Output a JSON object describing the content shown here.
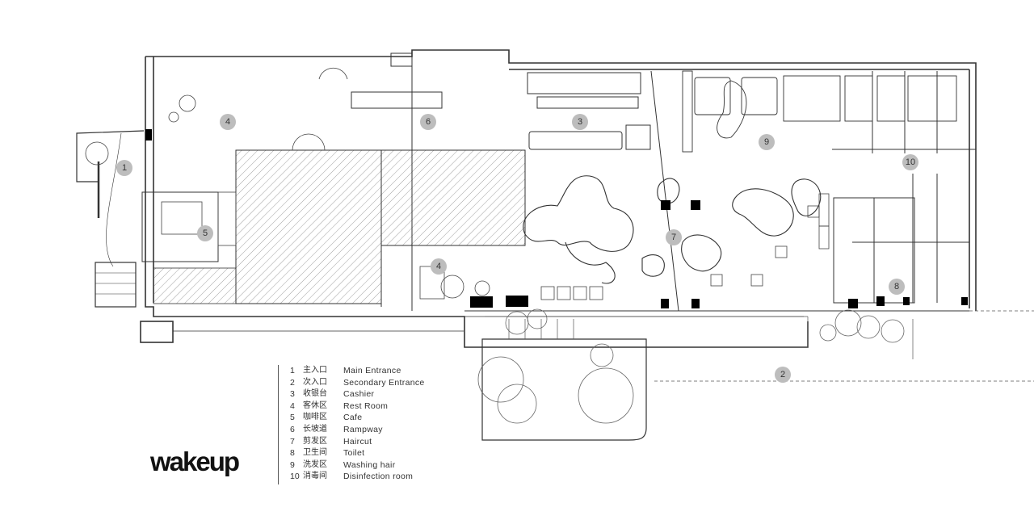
{
  "brand": {
    "logo_text": "wakeup"
  },
  "legend": [
    {
      "num": "1",
      "cn": "主入口",
      "en": "Main Entrance"
    },
    {
      "num": "2",
      "cn": "次入口",
      "en": "Secondary Entrance"
    },
    {
      "num": "3",
      "cn": "收银台",
      "en": "Cashier"
    },
    {
      "num": "4",
      "cn": "客休区",
      "en": "Rest Room"
    },
    {
      "num": "5",
      "cn": "咖啡区",
      "en": "Cafe"
    },
    {
      "num": "6",
      "cn": "长坡道",
      "en": "Rampway"
    },
    {
      "num": "7",
      "cn": "剪发区",
      "en": "Haircut"
    },
    {
      "num": "8",
      "cn": "卫生间",
      "en": "Toilet"
    },
    {
      "num": "9",
      "cn": "洗发区",
      "en": "Washing hair"
    },
    {
      "num": "10",
      "cn": "消毒间",
      "en": "Disinfection room"
    }
  ],
  "area_labels": [
    "1",
    "2",
    "3",
    "4",
    "4",
    "5",
    "6",
    "7",
    "8",
    "9",
    "10"
  ],
  "colors": {
    "line": "#333333",
    "badge": "#bdbdbd",
    "column": "#000000",
    "hatch": "#888888"
  }
}
